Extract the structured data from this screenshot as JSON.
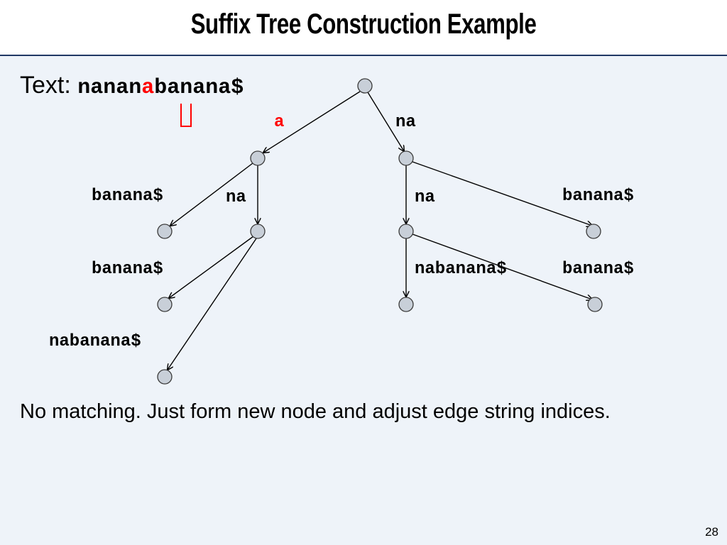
{
  "slide": {
    "title": "Suffix Tree Construction Example",
    "page_number": "28"
  },
  "text_line": {
    "label": "Text: ",
    "before": "nanan",
    "highlight": "a",
    "after": "banana$"
  },
  "edges": {
    "root_left": "a",
    "root_right": "na",
    "a_leaf": "banana$",
    "a_na": "na",
    "ana_leaf1": "banana$",
    "ana_leaf2": "nabanana$",
    "na_na": "na",
    "na_leaf": "banana$",
    "nana_leaf1": "nabanana$",
    "nana_leaf2": "banana$"
  },
  "footer": {
    "text": "No matching.  Just form new node and adjust edge string indices."
  },
  "colors": {
    "highlight": "#ff0000",
    "node_fill": "#c8cfd8",
    "node_stroke": "#3a3a3a",
    "background": "#eef3f9",
    "title_rule": "#1f3864"
  }
}
